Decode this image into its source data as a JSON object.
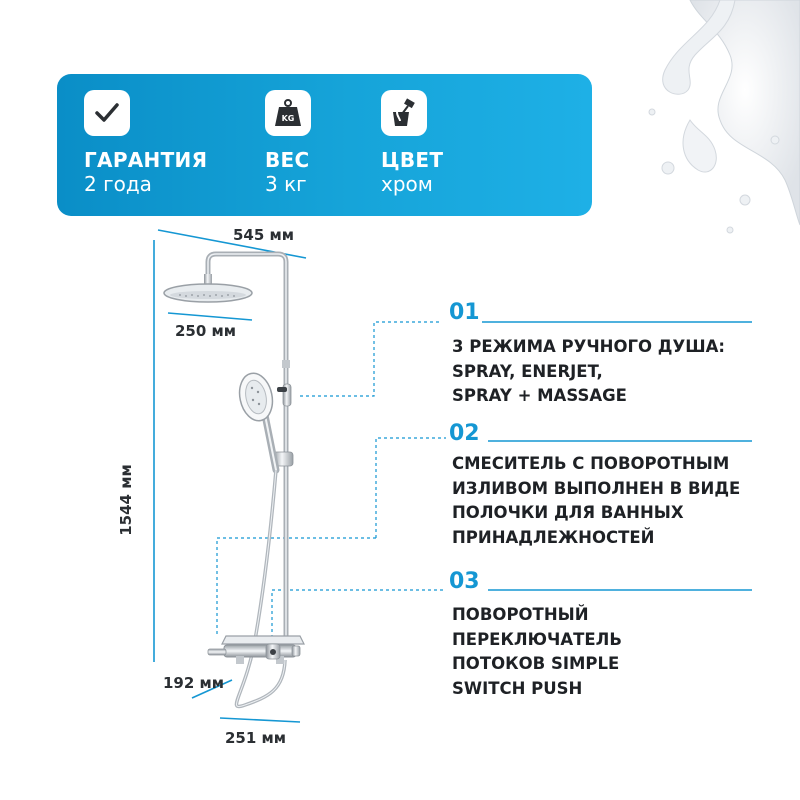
{
  "badges": [
    {
      "title": "ГАРАНТИЯ",
      "value": "2 года",
      "icon": "checkmark-icon"
    },
    {
      "title": "ВЕС",
      "value": "3 кг",
      "icon": "weight-kg-icon",
      "icon_text": "KG"
    },
    {
      "title": "ЦВЕТ",
      "value": "хром",
      "icon": "paint-bucket-icon"
    }
  ],
  "dimensions": {
    "width_total": "545 мм",
    "head_diameter": "250 мм",
    "height_total": "1544 мм",
    "spout_length": "192 мм",
    "base_width": "251 мм"
  },
  "features": [
    {
      "number": "01",
      "lines": [
        "3 РЕЖИМА РУЧНОГО ДУША:",
        "SPRAY, ENERJET,",
        "SPRAY + MASSAGE"
      ]
    },
    {
      "number": "02",
      "lines": [
        "СМЕСИТЕЛЬ С ПОВОРОТНЫМ",
        "ИЗЛИВОМ ВЫПОЛНЕН В ВИДЕ",
        "ПОЛОЧКИ ДЛЯ ВАННЫХ",
        "ПРИНАДЛЕЖНОСТЕЙ"
      ]
    },
    {
      "number": "03",
      "lines": [
        "ПОВОРОТНЫЙ",
        "ПЕРЕКЛЮЧАТЕЛЬ",
        "ПОТОКОВ SIMPLE",
        "SWITCH PUSH"
      ]
    }
  ],
  "colors": {
    "accent": "#1597d3",
    "banner": "#16a4d9",
    "text": "#1e2125",
    "chrome": "#b9bec4"
  }
}
